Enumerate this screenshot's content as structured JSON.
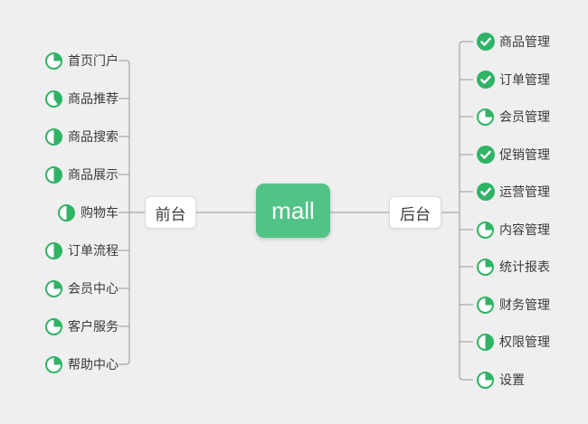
{
  "background": "#efefef",
  "colors": {
    "node_green": "#52c387",
    "icon_green": "#2fb466",
    "line": "#a9a9a9",
    "text": "#3a3a3a",
    "branch_border": "#dcdcdc"
  },
  "root": {
    "label": "mall"
  },
  "left_branch": {
    "label": "前台",
    "items": [
      {
        "label": "首页门户",
        "status": "in-progress",
        "progress_percent": 25
      },
      {
        "label": "商品推荐",
        "status": "in-progress",
        "progress_percent": 40
      },
      {
        "label": "商品搜索",
        "status": "in-progress",
        "progress_percent": 50
      },
      {
        "label": "商品展示",
        "status": "in-progress",
        "progress_percent": 50
      },
      {
        "label": "购物车",
        "status": "in-progress",
        "progress_percent": 50
      },
      {
        "label": "订单流程",
        "status": "in-progress",
        "progress_percent": 50
      },
      {
        "label": "会员中心",
        "status": "in-progress",
        "progress_percent": 25
      },
      {
        "label": "客户服务",
        "status": "in-progress",
        "progress_percent": 25
      },
      {
        "label": "帮助中心",
        "status": "in-progress",
        "progress_percent": 25
      }
    ]
  },
  "right_branch": {
    "label": "后台",
    "items": [
      {
        "label": "商品管理",
        "status": "done",
        "progress_percent": 100
      },
      {
        "label": "订单管理",
        "status": "done",
        "progress_percent": 100
      },
      {
        "label": "会员管理",
        "status": "in-progress",
        "progress_percent": 25
      },
      {
        "label": "促销管理",
        "status": "done",
        "progress_percent": 100
      },
      {
        "label": "运营管理",
        "status": "done",
        "progress_percent": 100
      },
      {
        "label": "内容管理",
        "status": "in-progress",
        "progress_percent": 25
      },
      {
        "label": "统计报表",
        "status": "in-progress",
        "progress_percent": 25
      },
      {
        "label": "财务管理",
        "status": "in-progress",
        "progress_percent": 25
      },
      {
        "label": "权限管理",
        "status": "in-progress",
        "progress_percent": 50
      },
      {
        "label": "设置",
        "status": "in-progress",
        "progress_percent": 25
      }
    ]
  }
}
